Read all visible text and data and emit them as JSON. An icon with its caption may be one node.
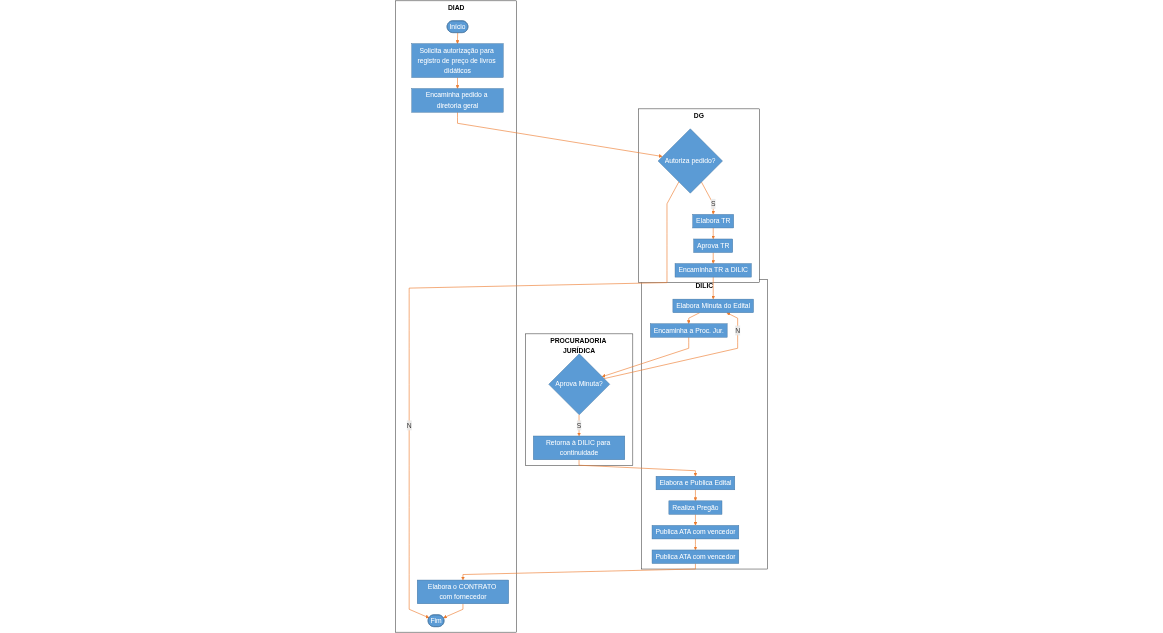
{
  "diagram": {
    "nodes": [
      {
        "text": [
          "DIAD"
        ]
      },
      {
        "text": [
          "Início"
        ],
        "in": 0
      },
      {
        "text": [
          "Solicita autorização para registro de preço de livros didáticos"
        ],
        "in": 0
      },
      {
        "text": [
          "Encaminha pedido a diretoria geral"
        ],
        "in": 0
      },
      {
        "text": [
          "Elabora o CONTRATO com fornecedor"
        ],
        "in": 0
      },
      {
        "text": [
          "Fim"
        ],
        "in": 0
      },
      {
        "text": [
          "DG"
        ]
      },
      {
        "text": [
          "Autoriza pedido?"
        ],
        "in": 6
      },
      {
        "text": [
          "Elabora TR"
        ],
        "in": 6
      },
      {
        "text": [
          "Aprova TR"
        ],
        "in": 6
      },
      {
        "text": [
          "Encaminha TR a DILIC"
        ],
        "in": 6
      },
      {
        "text": [
          "DILIC"
        ]
      },
      {
        "text": [
          "Elabora Minuta do Edital"
        ],
        "in": 11
      },
      {
        "text": [
          "Encaminha a Proc. Jur."
        ],
        "in": 11
      },
      {
        "text": [
          "Elabora e Publica Edital"
        ],
        "in": 11
      },
      {
        "text": [
          "Realiza Pregão"
        ],
        "in": 11
      },
      {
        "text": [
          "Publica ATA com vencedor"
        ],
        "in": 11
      },
      {
        "text": [
          "Publica ATA com vencedor"
        ],
        "in": 11
      },
      {
        "text": [
          "PROCURADORIA JURÍDICA"
        ]
      },
      {
        "text": [
          "Aprova Minuta?"
        ],
        "in": 18
      },
      {
        "text": [
          "Retorna à DILIC para continuidade"
        ],
        "in": 18
      }
    ],
    "edges": [
      {
        "from": 1,
        "to": 2,
        "arrow": "to"
      },
      {
        "from": 2,
        "to": 3,
        "arrow": "to"
      },
      {
        "from": 3,
        "to": 7,
        "arrow": "to"
      },
      {
        "from": 7,
        "to": 5,
        "arrow": "to",
        "label": "N"
      },
      {
        "from": 7,
        "to": 8,
        "arrow": "to",
        "label": "S"
      },
      {
        "from": 8,
        "to": 9,
        "arrow": "to"
      },
      {
        "from": 9,
        "to": 10,
        "arrow": "to"
      },
      {
        "from": 10,
        "to": 12,
        "arrow": "to"
      },
      {
        "from": 12,
        "to": 13,
        "arrow": "to"
      },
      {
        "from": 13,
        "to": 19,
        "arrow": "to"
      },
      {
        "from": 19,
        "to": 12,
        "arrow": "to",
        "label": "N"
      },
      {
        "from": 19,
        "to": 20,
        "arrow": "to",
        "label": "S"
      },
      {
        "from": 20,
        "to": 14,
        "arrow": "to"
      },
      {
        "from": 14,
        "to": 15,
        "arrow": "to"
      },
      {
        "from": 15,
        "to": 16,
        "arrow": "to"
      },
      {
        "from": 16,
        "to": 17,
        "arrow": "to"
      },
      {
        "from": 17,
        "to": 4,
        "arrow": "to"
      },
      {
        "from": 4,
        "to": 5,
        "arrow": "to"
      }
    ]
  }
}
